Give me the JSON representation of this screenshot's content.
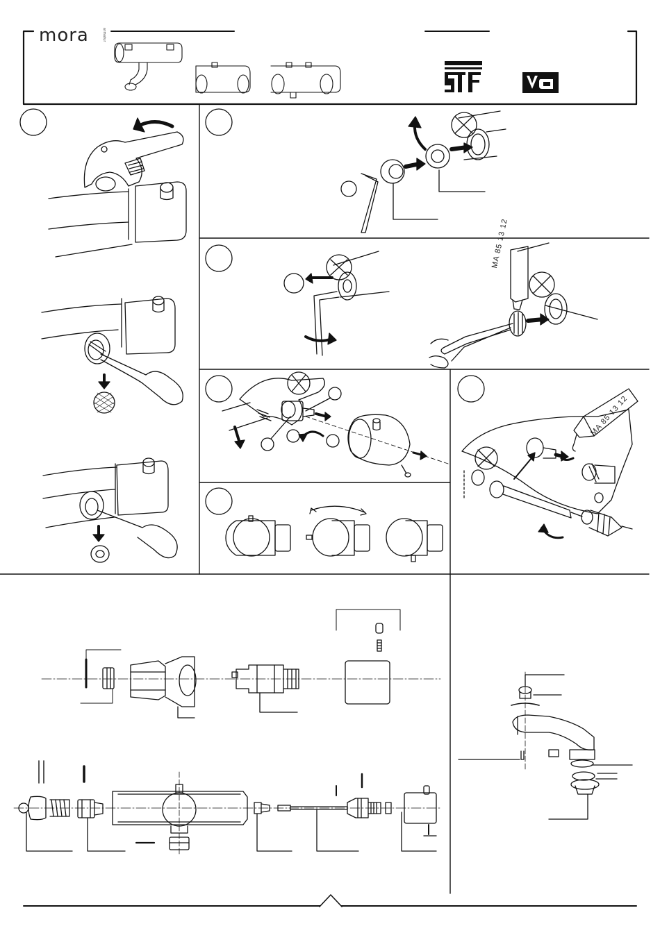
{
  "header": {
    "brand": "mora",
    "brand_sub": "armatur"
  },
  "tubes": [
    {
      "label": "MA 85 13 12"
    },
    {
      "label": "MA 85 13 12"
    }
  ],
  "icons": [
    "stf-logo",
    "va-logo",
    "wrench-icon",
    "hex-key-icon",
    "screwdriver-icon",
    "grease-tube-icon",
    "pliers-icon",
    "rotate-arrow-icon",
    "warning-triangle-icon"
  ]
}
